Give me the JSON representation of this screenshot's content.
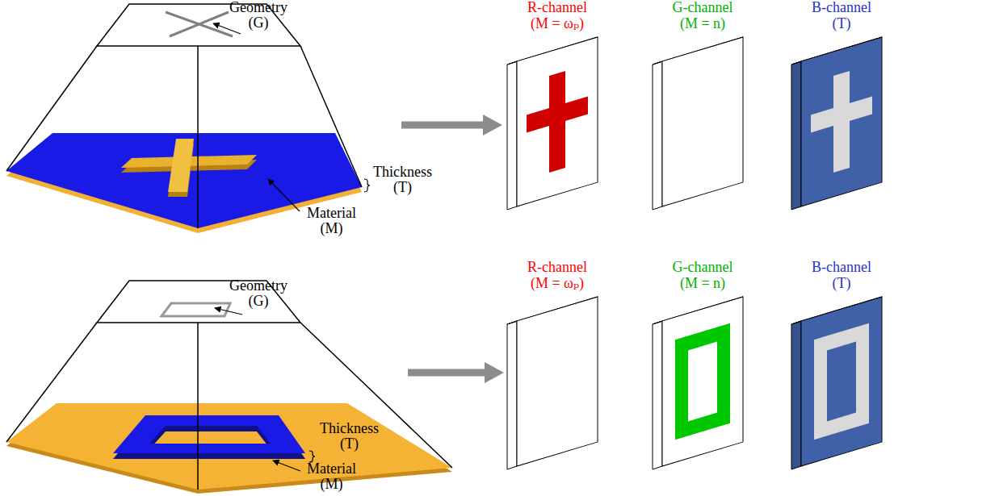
{
  "diagram": {
    "nodes": [
      {
        "text": [
          "R-channel (M = ωₚ)"
        ]
      },
      {
        "text": [
          "G-channel (M = n)"
        ]
      },
      {
        "text": [
          "B-channel (T)"
        ]
      },
      {
        "text": [
          "R-channel (M = ωₚ)"
        ]
      },
      {
        "text": [
          "G-channel (M = n)"
        ]
      },
      {
        "text": [
          "B-channel (T)"
        ]
      }
    ],
    "labels": [
      "Geometry (G)",
      "Thickness (T)",
      "Material (M)",
      "Geometry (G)",
      "Thickness (T)",
      "Material (M)"
    ]
  }
}
